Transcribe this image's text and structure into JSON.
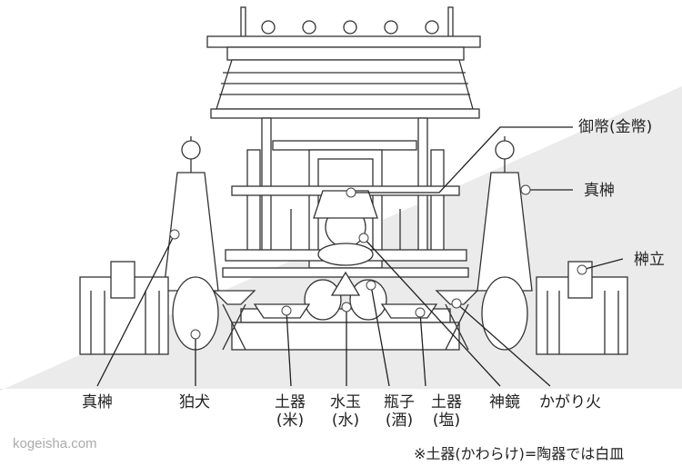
{
  "labels": {
    "gohei": "御幣(金幣)",
    "masakaki_right": "真榊",
    "sakakitate": "榊立",
    "masakaki_left": "真榊",
    "komainu": "狛犬",
    "kawarake_rice": [
      "土器",
      "(米)"
    ],
    "mizutama": [
      "水玉",
      "(水)"
    ],
    "heishi": [
      "瓶子",
      "(酒)"
    ],
    "kawarake_salt": [
      "土器",
      "(塩)"
    ],
    "shinkyo": "神鏡",
    "kagaribi": "かがり火"
  },
  "watermark": "kogeisha.com",
  "note": "※土器(かわらけ)=陶器では白皿",
  "colors": {
    "background_band": "#ebebeb",
    "line": "#333333"
  }
}
